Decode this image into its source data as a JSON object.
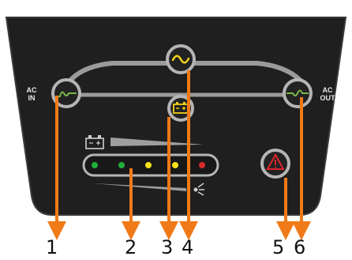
{
  "panel": {
    "ac_in_label": [
      "AC",
      "IN"
    ],
    "ac_out_label": [
      "AC",
      "OUT"
    ],
    "colors": {
      "panel": "#1f1f1f",
      "panel_edge": "#3a3a3a",
      "line": "#9a9a9a",
      "indicator_ring": "#b5b5b5",
      "arrow": "#f07a18",
      "bypass_icon": "#7ab648",
      "inverter_icon": "#f4d21a",
      "fault_icon": "#e0262b"
    },
    "icons": {
      "ac_in": "bypass-wave-icon",
      "inverter": "sine-wave-icon",
      "battery": "battery-icon",
      "ac_out": "output-wave-icon",
      "fault": "warning-triangle-icon",
      "battery_scale": "battery-icon",
      "load_scale": "load-icon"
    },
    "level_leds": [
      {
        "color": "#1fae3a"
      },
      {
        "color": "#1fae3a"
      },
      {
        "color": "#f4e11a"
      },
      {
        "color": "#f4e11a"
      },
      {
        "color": "#d62a2a"
      }
    ]
  },
  "callouts": [
    {
      "label": "1"
    },
    {
      "label": "2"
    },
    {
      "label": "3"
    },
    {
      "label": "4"
    },
    {
      "label": "5"
    },
    {
      "label": "6"
    }
  ]
}
